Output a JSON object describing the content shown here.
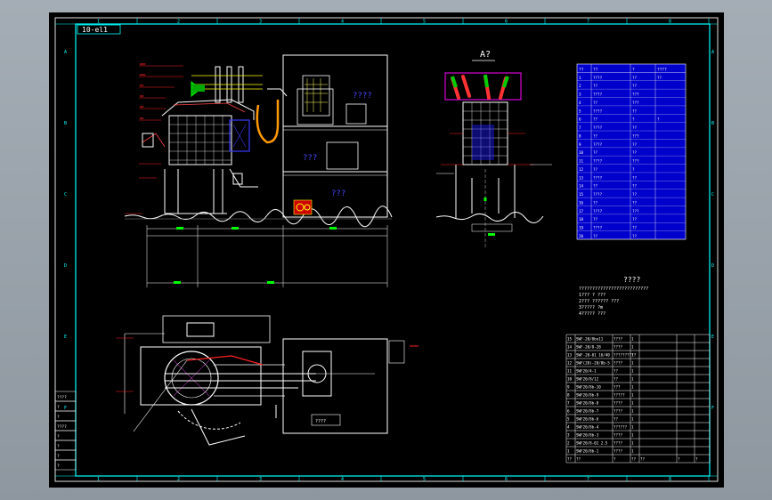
{
  "drawing": {
    "tag_label": "10-el1",
    "section_label": "A?",
    "room_labels": [
      "????",
      "???",
      "???"
    ],
    "notes_title": "????",
    "notes_lines": [
      "??????????????????????????",
      "1???  ?  ???",
      "2??? ??????  ???",
      "3?????  ?m",
      "4?????  ???"
    ],
    "label_bottom_right": "????",
    "top_table": {
      "header": [
        "??",
        "??",
        "?",
        "????"
      ],
      "rows": [
        [
          "1",
          "????",
          "??",
          "??"
        ],
        [
          "2",
          "??",
          "??",
          ""
        ],
        [
          "3",
          "????",
          "???",
          ""
        ],
        [
          "4",
          "??",
          "???",
          ""
        ],
        [
          "5",
          "????",
          "??",
          ""
        ],
        [
          "6",
          "??",
          "?",
          "?"
        ],
        [
          "7",
          "????",
          "??",
          ""
        ],
        [
          "8",
          "??",
          "???",
          ""
        ],
        [
          "9",
          "????",
          "??",
          ""
        ],
        [
          "10",
          "??",
          "??",
          ""
        ],
        [
          "11",
          "????",
          "???",
          ""
        ],
        [
          "12",
          "??",
          "?",
          ""
        ],
        [
          "13",
          "????",
          "??",
          ""
        ],
        [
          "14",
          "??",
          "??",
          ""
        ],
        [
          "15",
          "????",
          "??",
          ""
        ],
        [
          "16",
          "??",
          "??",
          ""
        ],
        [
          "17",
          "????",
          "???",
          ""
        ],
        [
          "18",
          "??",
          "??",
          ""
        ],
        [
          "19",
          "????",
          "??",
          ""
        ],
        [
          "20",
          "??",
          "??",
          ""
        ]
      ]
    },
    "parts_list": {
      "rows": [
        [
          "15",
          "SWF-20/8bo11",
          "????",
          "1",
          "",
          "",
          ""
        ],
        [
          "14",
          "SWF-20/8-28",
          "????",
          "1",
          "",
          "",
          ""
        ],
        [
          "13",
          "SWF-20-01 16/40",
          "??????????",
          "1",
          "",
          "",
          ""
        ],
        [
          "12",
          "SWF(20)-20/8b-5",
          "????",
          "1",
          "",
          "",
          ""
        ],
        [
          "11",
          "SWF20/4-1",
          "??",
          "1",
          "",
          "",
          ""
        ],
        [
          "10",
          "SWF20/8/12",
          "??",
          "1",
          "",
          "",
          ""
        ],
        [
          "9",
          "SWF20/8b-10",
          "???",
          "1",
          "",
          "",
          ""
        ],
        [
          "8",
          "SWF20/8b-9",
          "?????",
          "1",
          "",
          "",
          ""
        ],
        [
          "7",
          "SWF20/8b-8",
          "????",
          "1",
          "",
          "",
          ""
        ],
        [
          "6",
          "SWF20/8b-7",
          "????",
          "1",
          "",
          "",
          ""
        ],
        [
          "5",
          "SWF20/8b-6",
          "??",
          "1",
          "",
          "",
          ""
        ],
        [
          "4",
          "SWF20/8b-4",
          "??????",
          "1",
          "",
          "",
          ""
        ],
        [
          "3",
          "SWF20/8b-3",
          "????",
          "1",
          "",
          "",
          ""
        ],
        [
          "2",
          "SWF20/8-02 2.5",
          "????",
          "1",
          "",
          "",
          ""
        ],
        [
          "1",
          "SWF20/8b-1",
          "????",
          "1",
          "",
          "",
          ""
        ]
      ],
      "footer": [
        "??",
        "??",
        "?",
        "??",
        "??",
        "?",
        "?"
      ]
    },
    "left_strip": [
      "????",
      "?",
      "?",
      "????",
      "?",
      "?",
      "?",
      "?"
    ],
    "frame_numbers_top": [
      "1",
      "2",
      "3",
      "4",
      "5",
      "6",
      "7",
      "8"
    ],
    "frame_letters_side": [
      "A",
      "B",
      "C",
      "D",
      "E",
      "F"
    ],
    "colors": {
      "background": "#000000",
      "frame": "#00ffff",
      "construction": "#ffffff",
      "dimension": "#ff0000",
      "equipment": "#ffff00",
      "table_fill": "#0000cc",
      "accent": "#ff00ff"
    }
  }
}
